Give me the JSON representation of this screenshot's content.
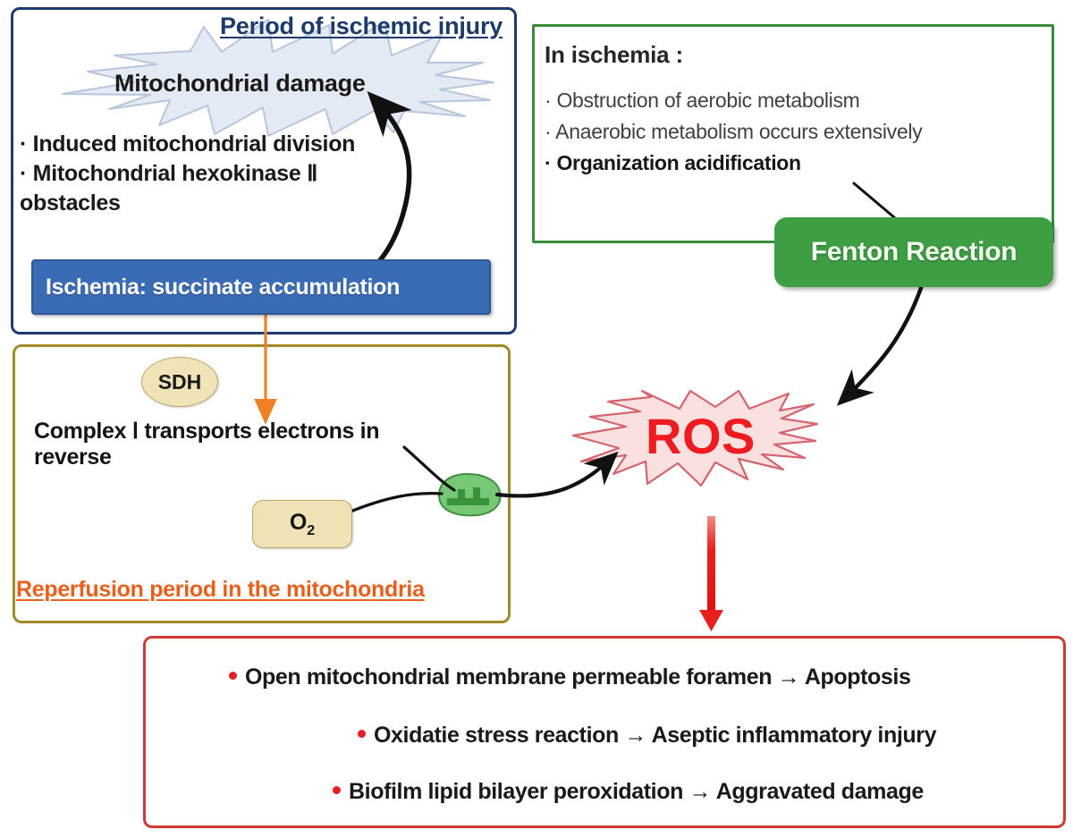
{
  "diagram": {
    "title": "Ischemia-reperfusion injury: mitochondrial ROS generation pathway",
    "colors": {
      "ischemic_panel_border": "#1f3a6e",
      "ischemia_panel_border": "#3a8c3a",
      "reperfusion_panel_border": "#a08a2a",
      "outcomes_panel_border": "#d03a36",
      "blue_bar_fill": "#3a6bb5",
      "fenton_fill": "#3e9e43",
      "node_fill": "#efe2b6",
      "ros_text": "#ee1c20",
      "ros_burst_fill": "#fbe0e0",
      "ros_burst_stroke": "#d4646d",
      "damage_burst_fill": "#e4eaf4",
      "damage_burst_stroke": "#b8c6dd",
      "orange_arrow": "#ef8023",
      "red_arrow": "#e8201c",
      "mitochondrion": "#5cb85c"
    }
  },
  "ischemic_panel": {
    "title": "Period of ischemic injury",
    "burst_label": "Mitochondrial damage",
    "bullets": [
      "· Induced mitochondrial division",
      "· Mitochondrial hexokinase Ⅱ"
    ],
    "bullet_continuation": "obstacles",
    "highlight_bar": "Ischemia: succinate accumulation"
  },
  "ischemia_panel": {
    "heading": "In ischemia :",
    "items": [
      {
        "text": "· Obstruction of aerobic metabolism",
        "bold": false
      },
      {
        "text": "· Anaerobic metabolism occurs extensively",
        "bold": false
      },
      {
        "text": "· Organization acidification",
        "bold": true
      }
    ],
    "fenton_label": "Fenton Reaction"
  },
  "reperfusion_panel": {
    "title": "Reperfusion period in the  mitochondria",
    "sdh_node": "SDH",
    "o2_node": {
      "symbol": "O",
      "subscript": "2"
    },
    "body_text": "Complex Ⅰ transports electrons in reverse",
    "mitochondrion_icon": "mitochondrion-icon"
  },
  "ros": {
    "label": "ROS",
    "shape": "starburst"
  },
  "outcomes_panel": {
    "bullets": [
      "Open mitochondrial membrane permeable foramen → Apoptosis",
      "Oxidatie stress reaction → Aseptic inflammatory injury",
      "Biofilm lipid bilayer peroxidation → Aggravated damage"
    ]
  },
  "connectors": [
    {
      "name": "succinate-to-reperfusion",
      "color": "#ef8023",
      "style": "straight-arrow-down"
    },
    {
      "name": "succinate-to-mitochondrial-damage",
      "color": "#111111",
      "style": "curved-arrow-up"
    },
    {
      "name": "acidification-to-fenton",
      "color": "#111111",
      "style": "short-line"
    },
    {
      "name": "fenton-to-ros",
      "color": "#111111",
      "style": "curved-arrow-down-left"
    },
    {
      "name": "complex-i-to-mitochondrion",
      "color": "#111111",
      "style": "curve"
    },
    {
      "name": "o2-to-mitochondrion",
      "color": "#111111",
      "style": "curve"
    },
    {
      "name": "mitochondrion-to-ros",
      "color": "#111111",
      "style": "curved-arrow-right"
    },
    {
      "name": "ros-to-outcomes",
      "color": "#e8201c",
      "style": "straight-arrow-down"
    }
  ]
}
